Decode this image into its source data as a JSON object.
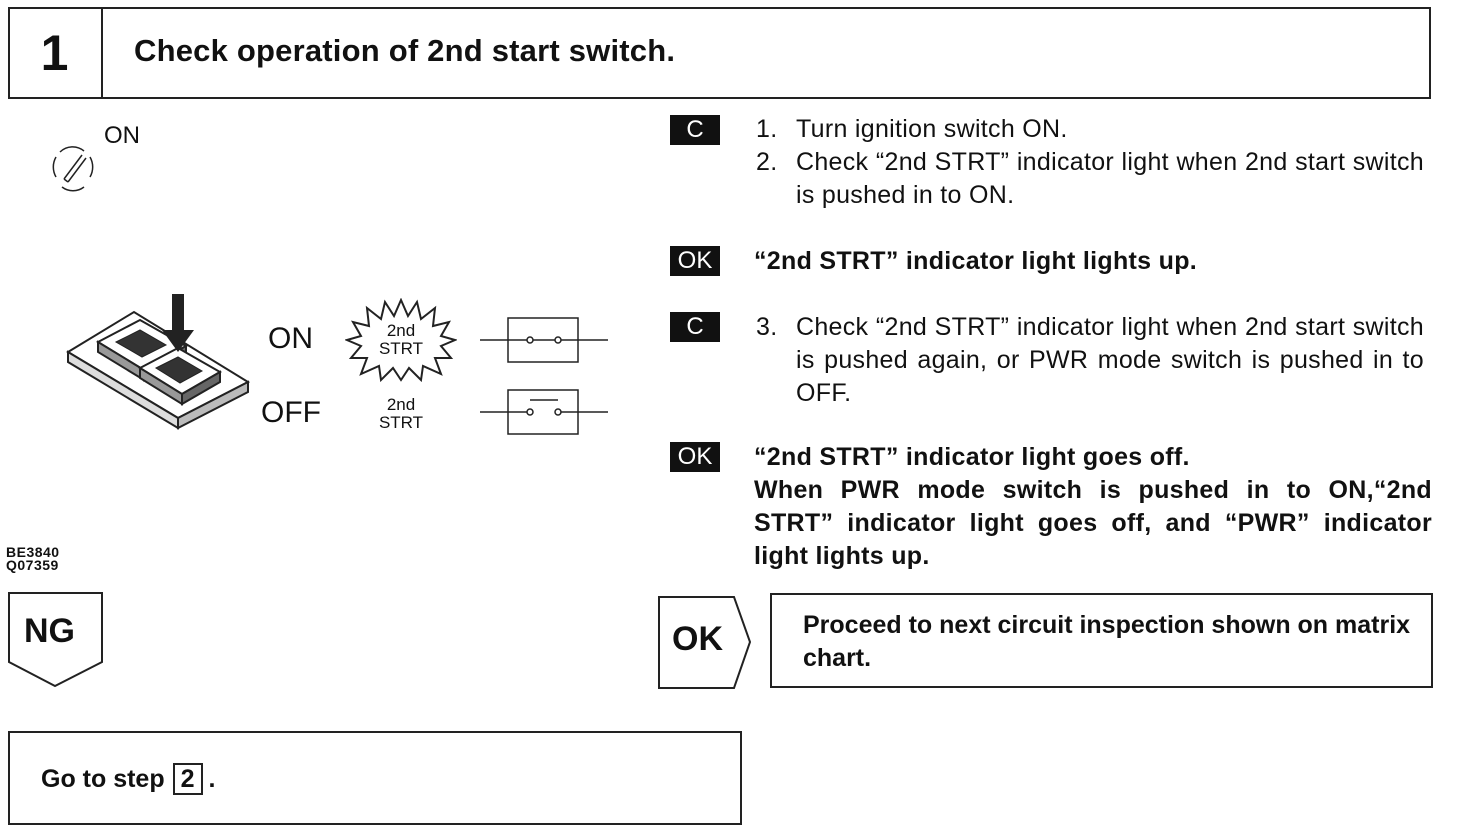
{
  "header": {
    "step_number": "1",
    "title": "Check operation of 2nd start switch."
  },
  "diagram": {
    "ignition_label": "ON",
    "on_label": "ON",
    "off_label": "OFF",
    "burst_line1": "2nd",
    "burst_line2": "STRT",
    "plain_line1": "2nd",
    "plain_line2": "STRT",
    "codes": [
      "BE3840",
      "Q07359"
    ]
  },
  "instructions": {
    "c_badge_1": "C",
    "step1_num": "1.",
    "step1_text": "Turn ignition switch ON.",
    "step2_num": "2.",
    "step2_text": "Check “2nd STRT” indicator light when 2nd start switch is pushed in to ON.",
    "ok_badge_1": "OK",
    "ok1_text": "“2nd STRT” indicator light lights up.",
    "c_badge_2": "C",
    "step3_num": "3.",
    "step3_text": "Check “2nd STRT” indicator light when 2nd start switch is pushed again, or PWR mode switch is pushed in to OFF.",
    "ok_badge_2": "OK",
    "ok2_line1": "“2nd STRT” indicator light goes off.",
    "ok2_line2": "When PWR mode switch is pushed in to ON,“2nd STRT” indicator light goes off, and “PWR” indicator light lights up."
  },
  "results": {
    "ng_label": "NG",
    "ok_label": "OK",
    "proceed_text": "Proceed to next circuit inspection shown on matrix chart.",
    "goto_prefix": "Go to step",
    "goto_step": "2",
    "goto_suffix": "."
  }
}
